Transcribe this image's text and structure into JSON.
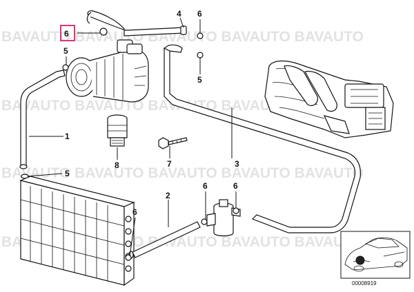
{
  "watermark": {
    "text": "BAVAUTO BAVAUTO BAVAUTO BAVAUTO BAVAUTO"
  },
  "highlight_color": "#e0337a",
  "callouts": [
    {
      "id": "c6a",
      "label": "6",
      "highlighted": true
    },
    {
      "id": "c5a",
      "label": "5"
    },
    {
      "id": "c4",
      "label": "4"
    },
    {
      "id": "c6b",
      "label": "6"
    },
    {
      "id": "c5b",
      "label": "5"
    },
    {
      "id": "c1",
      "label": "1"
    },
    {
      "id": "c5c",
      "label": "5"
    },
    {
      "id": "c8",
      "label": "8"
    },
    {
      "id": "c7",
      "label": "7"
    },
    {
      "id": "c3",
      "label": "3"
    },
    {
      "id": "c2",
      "label": "2"
    },
    {
      "id": "c6c",
      "label": "6"
    },
    {
      "id": "c6d",
      "label": "6"
    },
    {
      "id": "c6e",
      "label": "6"
    }
  ],
  "reference_number": "00008919",
  "inset": {
    "icon": "car-location-icon"
  }
}
